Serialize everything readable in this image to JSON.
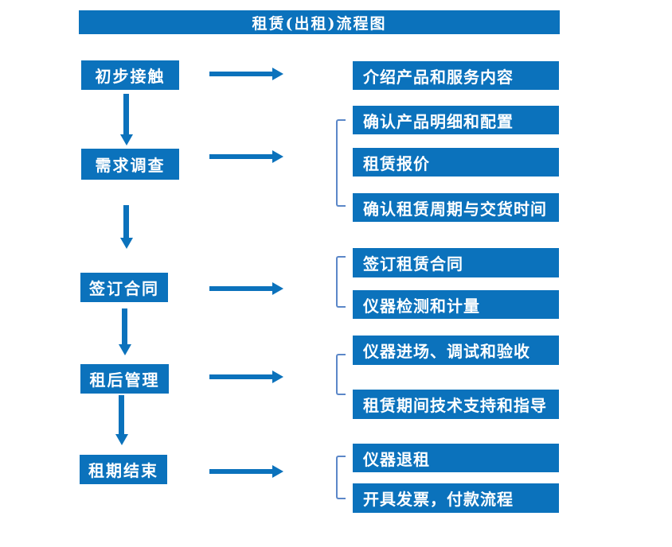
{
  "title": "租赁(出租)流程图",
  "colors": {
    "primary_blue": "#0b72bc",
    "bracket_blue": "#5b87c8",
    "box_text": "#ffffff",
    "background": "#ffffff"
  },
  "stages": [
    {
      "label": "初步接触",
      "outputs": [
        "介绍产品和服务内容"
      ]
    },
    {
      "label": "需求调查",
      "outputs": [
        "确认产品明细和配置",
        "租赁报价",
        "确认租赁周期与交货时间"
      ]
    },
    {
      "label": "签订合同",
      "outputs": [
        "签订租赁合同",
        "仪器检测和计量"
      ]
    },
    {
      "label": "租后管理",
      "outputs": [
        "仪器进场、调试和验收",
        "租赁期间技术支持和指导"
      ]
    },
    {
      "label": "租期结束",
      "outputs": [
        "仪器退租",
        "开具发票，付款流程"
      ]
    }
  ]
}
